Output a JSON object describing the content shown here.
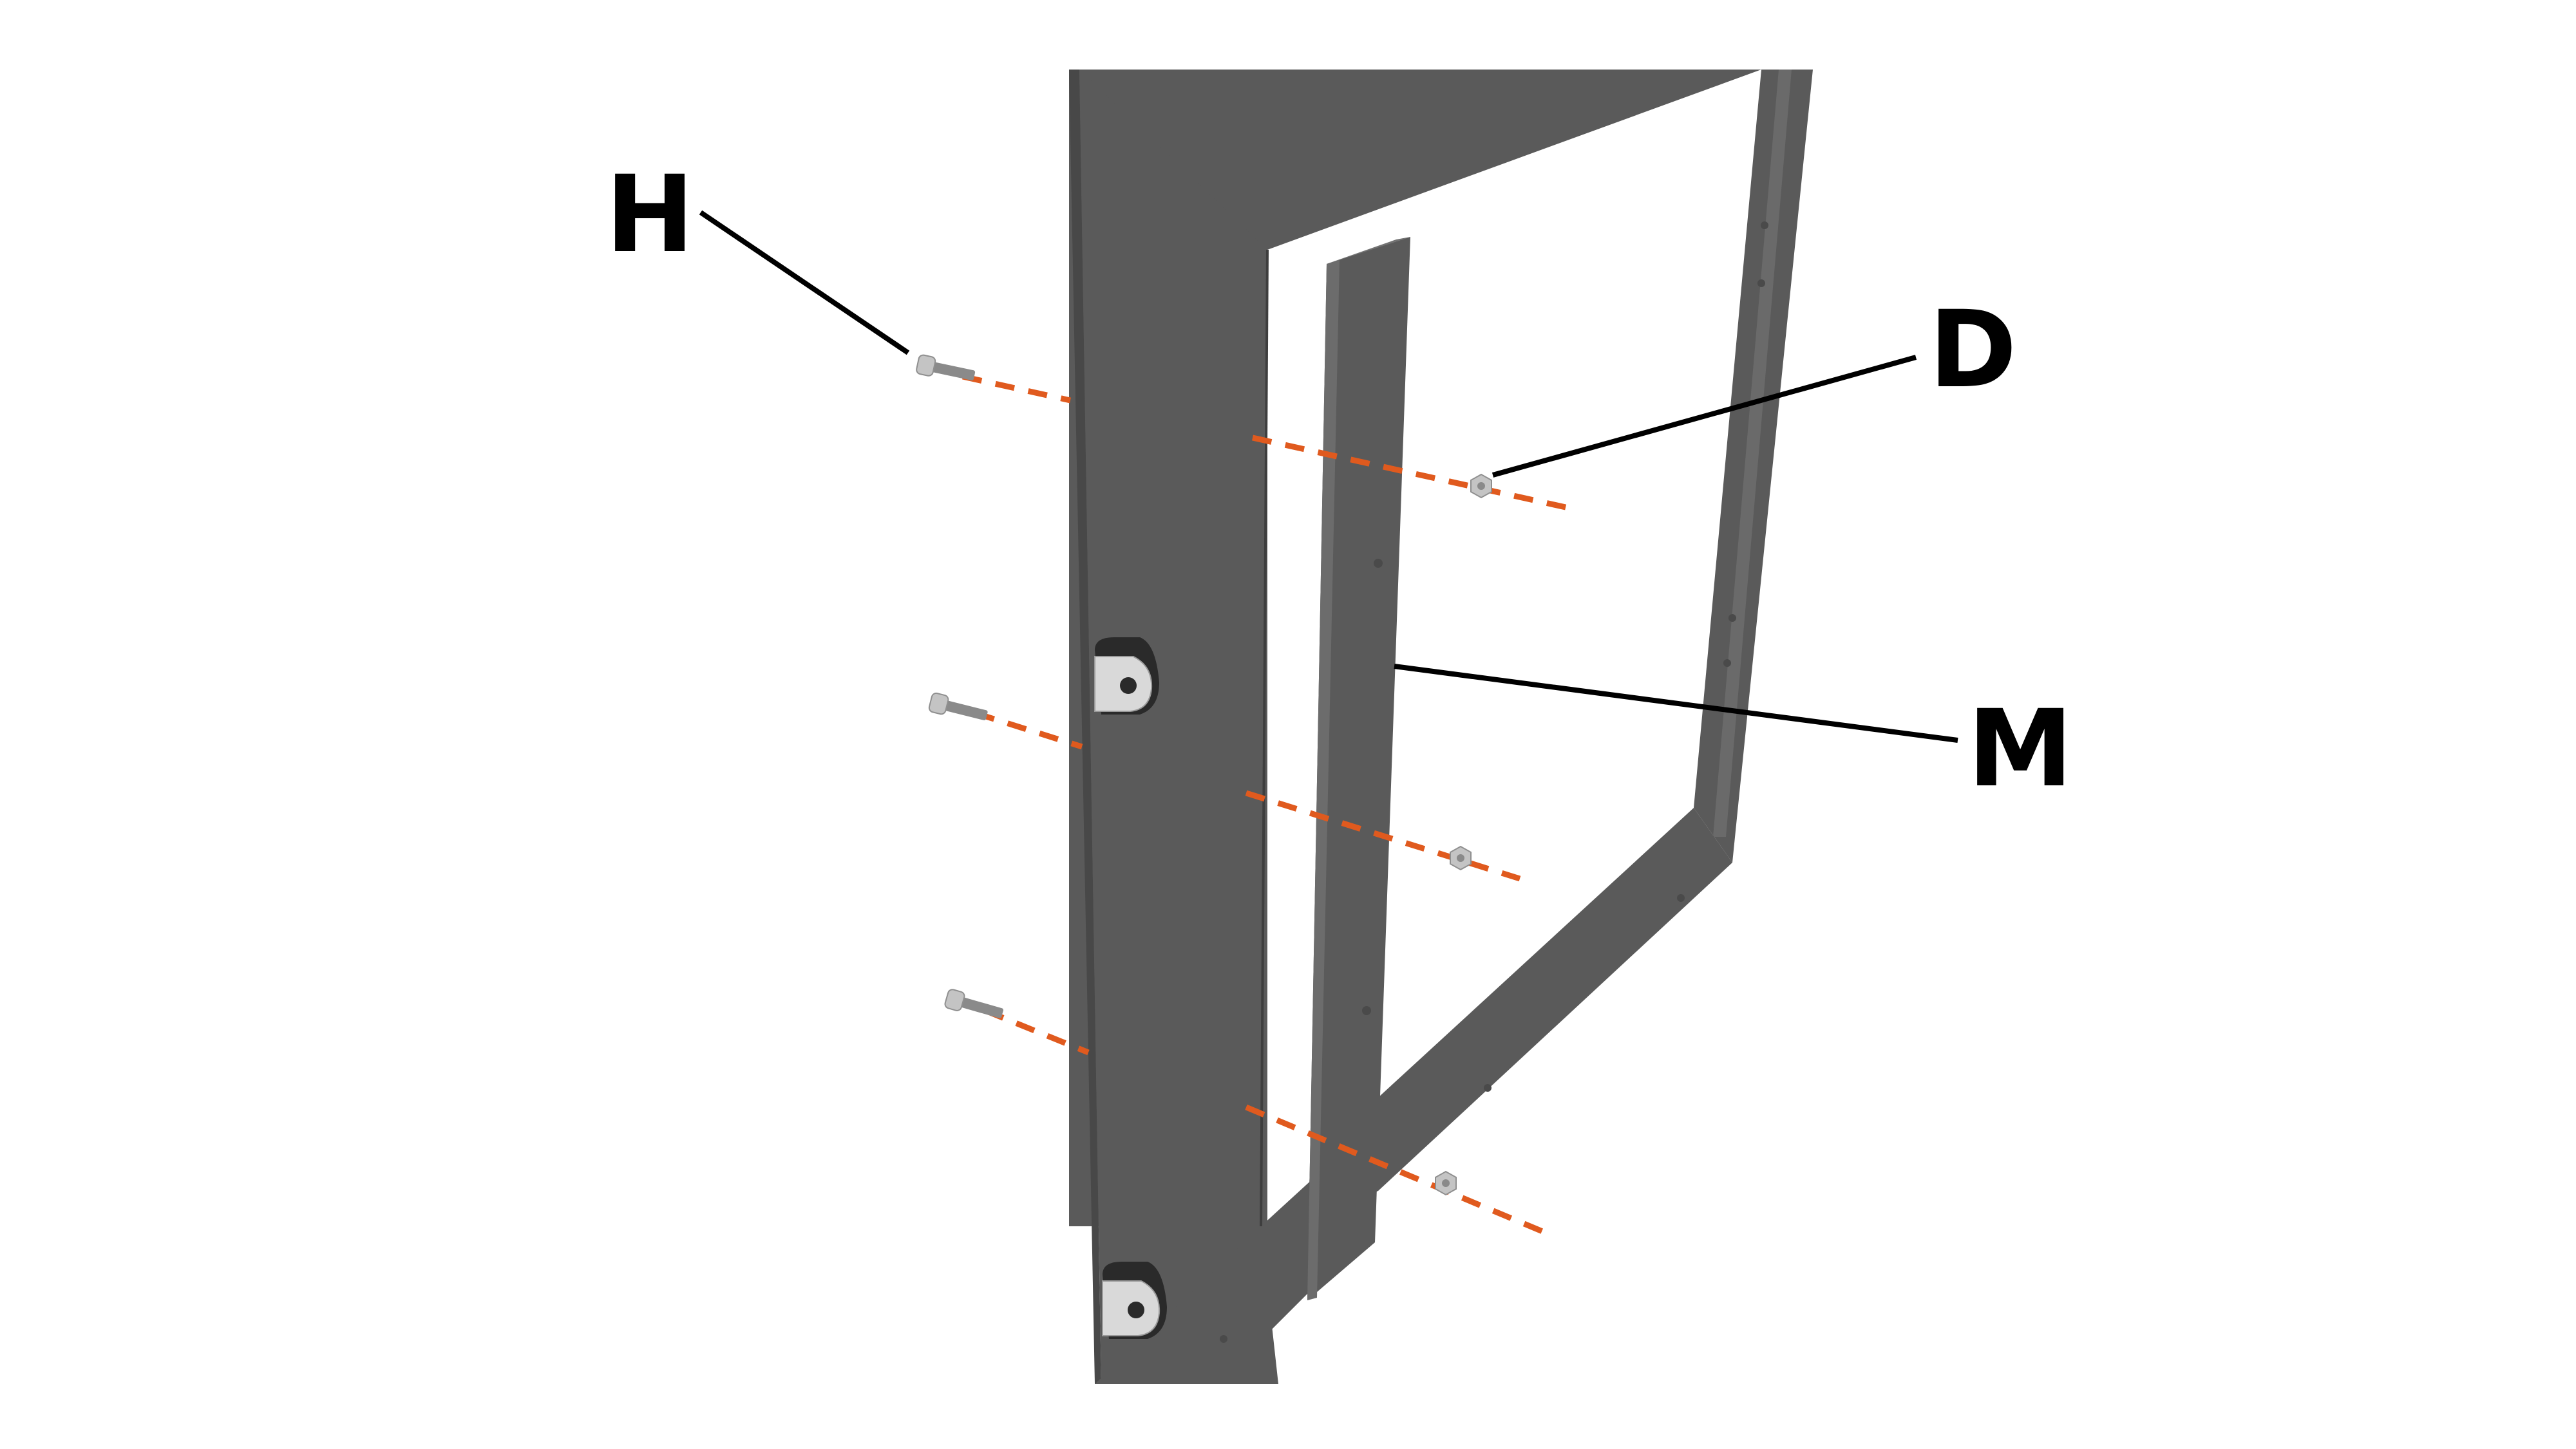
{
  "labels": {
    "bolt": "H",
    "nut": "D",
    "center_rail": "M"
  },
  "colors": {
    "background": "#ffffff",
    "frame": "#5a5a5a",
    "frame_edge": "#3e3e3e",
    "frame_highlight": "#6e6e6e",
    "guide_line": "#e05a1e",
    "leader_line": "#000000",
    "hardware": "#b8b8b8",
    "bracket": "#2a2a2a",
    "bracket_plate": "#d9d9d9"
  },
  "parts": {
    "bolt_count": 3,
    "nut_count": 3,
    "bracket_count": 2
  }
}
